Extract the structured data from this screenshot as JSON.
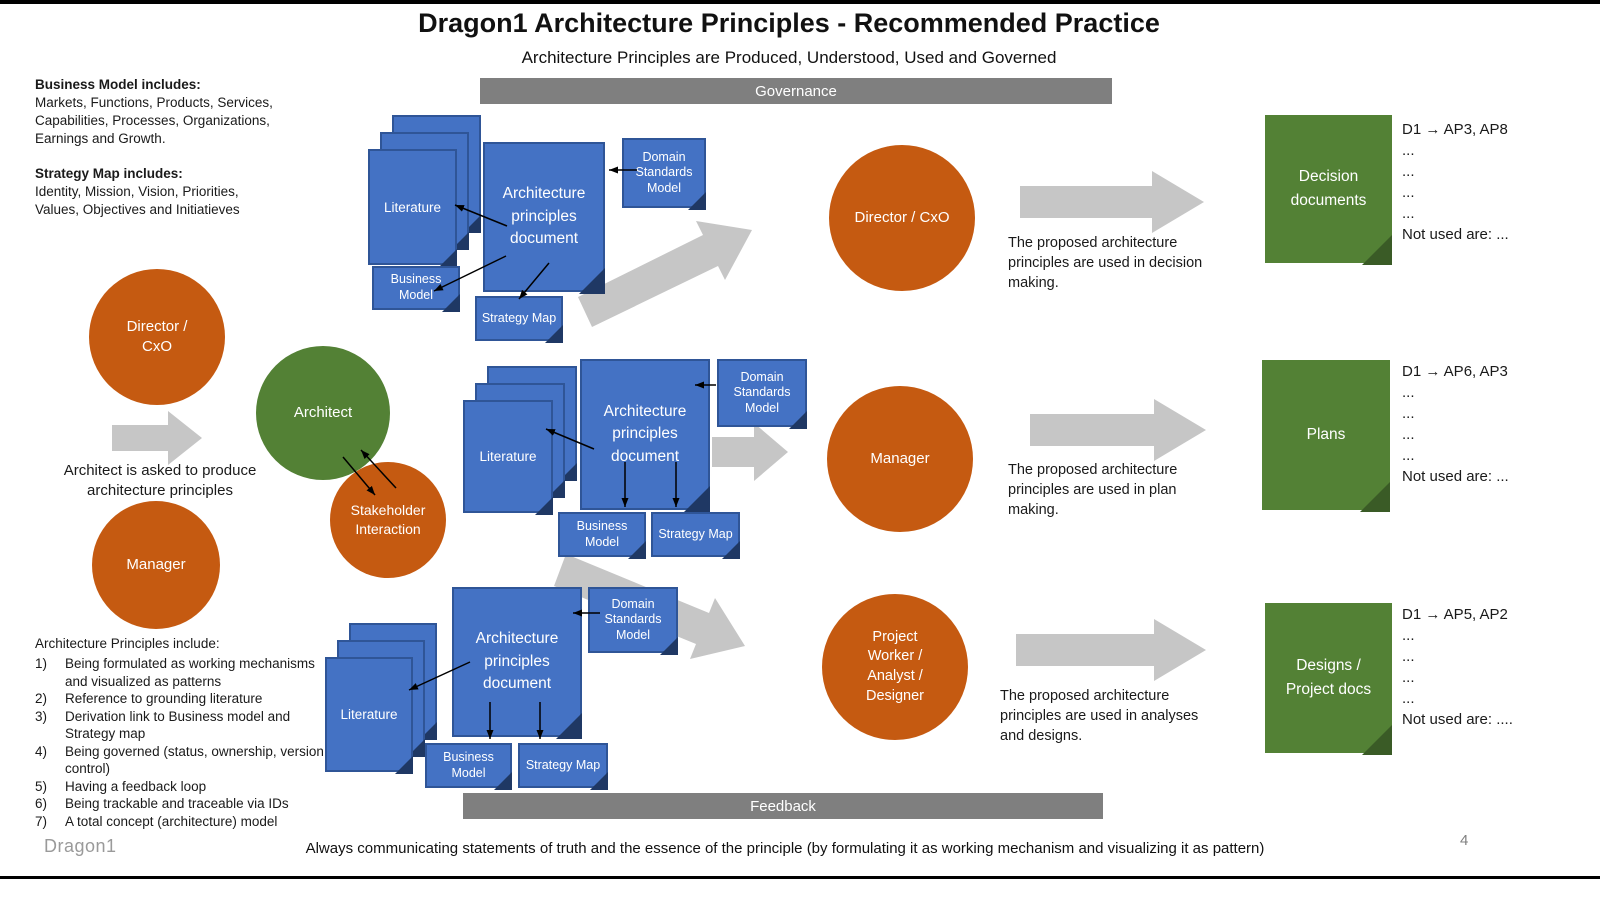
{
  "header": {
    "title": "Dragon1 Architecture Principles - Recommended Practice",
    "subtitle": "Architecture Principles are Produced, Understood, Used and Governed"
  },
  "bars": {
    "governance": "Governance",
    "feedback": "Feedback"
  },
  "sidebar": {
    "business_model_heading": "Business Model includes:",
    "business_model_body": "Markets, Functions, Products, Services, Capabilities, Processes, Organizations, Earnings and Growth.",
    "strategy_map_heading": "Strategy Map includes:",
    "strategy_map_body": "Identity, Mission, Vision, Priorities, Values, Objectives and Initiatieves",
    "principles_heading": "Architecture Principles include:",
    "principles": [
      {
        "num": "1)",
        "text": "Being formulated as working mechanisms and visualized as patterns"
      },
      {
        "num": "2)",
        "text": "Reference to grounding literature"
      },
      {
        "num": "3)",
        "text": "Derivation link to Business model and Strategy map"
      },
      {
        "num": "4)",
        "text": "Being governed (status, ownership, version control)"
      },
      {
        "num": "5)",
        "text": "Having a feedback loop"
      },
      {
        "num": "6)",
        "text": "Being trackable and traceable via IDs"
      },
      {
        "num": "7)",
        "text": "A total concept (architecture) model"
      }
    ]
  },
  "actors": {
    "director_left": "Director / CxO",
    "manager_left": "Manager",
    "architect": "Architect",
    "stakeholder": "Stakeholder Interaction",
    "director_right": "Director / CxO",
    "manager_right": "Manager",
    "project_worker": "Project Worker / Analyst / Designer"
  },
  "cluster_labels": {
    "literature": "Literature",
    "document": "Architecture principles document",
    "domain": "Domain Standards Model",
    "business": "Business Model",
    "strategy": "Strategy Map"
  },
  "captions": {
    "produce": "Architect is asked to produce architecture principles",
    "row1": "The proposed architecture principles are used in decision making.",
    "row2": "The proposed architecture principles are used in plan making.",
    "row3": "The proposed architecture principles are used in analyses and designs."
  },
  "outputs": [
    {
      "title": "Decision documents",
      "lines": [
        "D1 → AP3, AP8",
        "...",
        "...",
        "...",
        "...",
        "Not used are: ..."
      ]
    },
    {
      "title": "Plans",
      "lines": [
        "D1 → AP6, AP3",
        "...",
        "...",
        "...",
        "...",
        "Not used are: ..."
      ]
    },
    {
      "title": "Designs / Project docs",
      "lines": [
        "D1 → AP5, AP2",
        "...",
        "...",
        "...",
        "...",
        "Not used are: ...."
      ]
    }
  ],
  "footer": {
    "brand": "Dragon1",
    "note": "Always communicating statements of truth and the essence of the principle (by formulating it as working mechanism and visualizing it as pattern)",
    "page": "4"
  },
  "colors": {
    "orange": "#C55A11",
    "green": "#538135",
    "blue": "#4472C4",
    "blue_dark": "#2F5597",
    "fold_navy": "#1F3864",
    "gray_bar": "#7F7F7F",
    "gray_arrow": "#C6C6C6"
  }
}
